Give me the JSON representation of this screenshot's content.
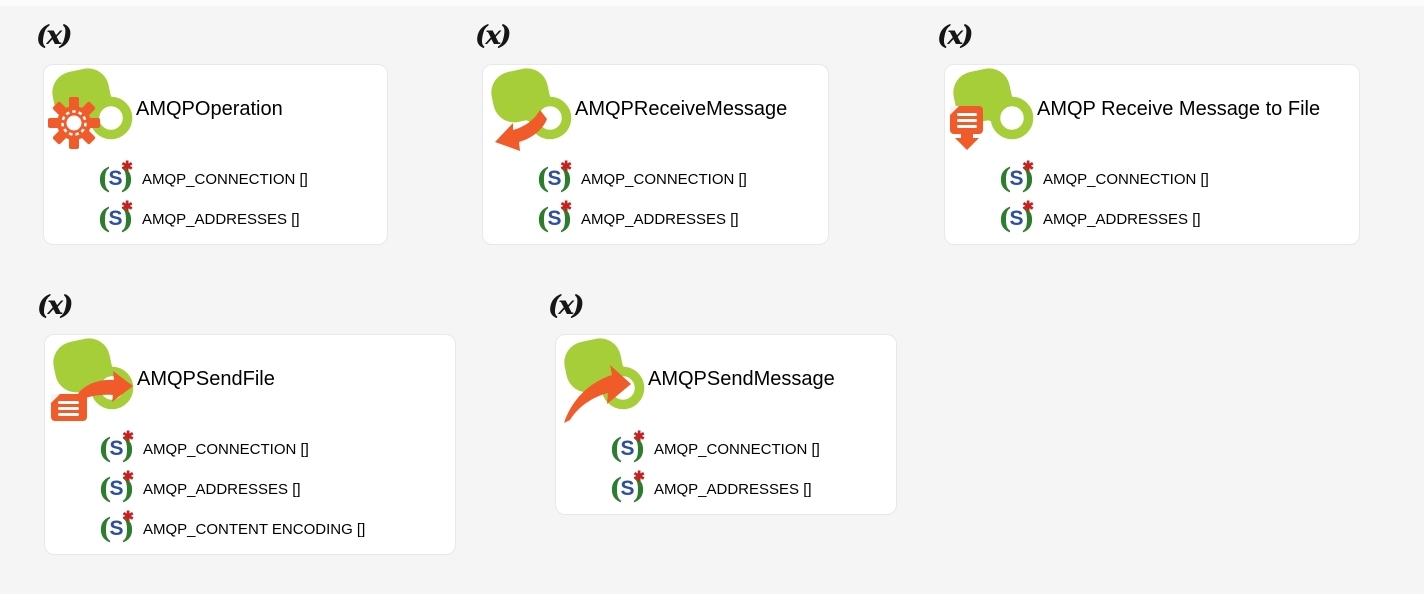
{
  "page": {
    "background": "#f5f5f6"
  },
  "colors": {
    "card_background": "#ffffff",
    "card_border": "#e8e8ea",
    "function_green": "#a6ce39",
    "accent_orange": "#f15a29",
    "paren_green": "#2d7d2f",
    "s_blue": "#2b4fa2",
    "star_red": "#c6211f",
    "text": "#000000"
  },
  "icons": {
    "variable_badge": {
      "name": "variable-icon",
      "glyph": "(x)"
    },
    "string_param": {
      "name": "string-parameter-icon",
      "open": "(",
      "letter": "S",
      "close": ")",
      "star": "✱"
    },
    "function_base": {
      "name": "function-icon",
      "shape": "green-blob-with-ring"
    },
    "overlays": [
      "gear-icon",
      "receive-arrow-icon",
      "file-download-icon",
      "file-send-icon",
      "send-arrow-icon"
    ]
  },
  "modules": [
    {
      "title": "AMQPOperation",
      "overlay_icon": "gear-icon",
      "params": [
        "AMQP_CONNECTION []",
        "AMQP_ADDRESSES []"
      ]
    },
    {
      "title": "AMQPReceiveMessage",
      "overlay_icon": "receive-arrow-icon",
      "params": [
        "AMQP_CONNECTION []",
        "AMQP_ADDRESSES []"
      ]
    },
    {
      "title": "AMQP Receive Message to File",
      "overlay_icon": "file-download-icon",
      "params": [
        "AMQP_CONNECTION []",
        "AMQP_ADDRESSES []"
      ]
    },
    {
      "title": "AMQPSendFile",
      "overlay_icon": "file-send-icon",
      "params": [
        "AMQP_CONNECTION []",
        "AMQP_ADDRESSES []",
        "AMQP_CONTENT ENCODING []"
      ]
    },
    {
      "title": "AMQPSendMessage",
      "overlay_icon": "send-arrow-icon",
      "params": [
        "AMQP_CONNECTION []",
        "AMQP_ADDRESSES []"
      ]
    }
  ]
}
